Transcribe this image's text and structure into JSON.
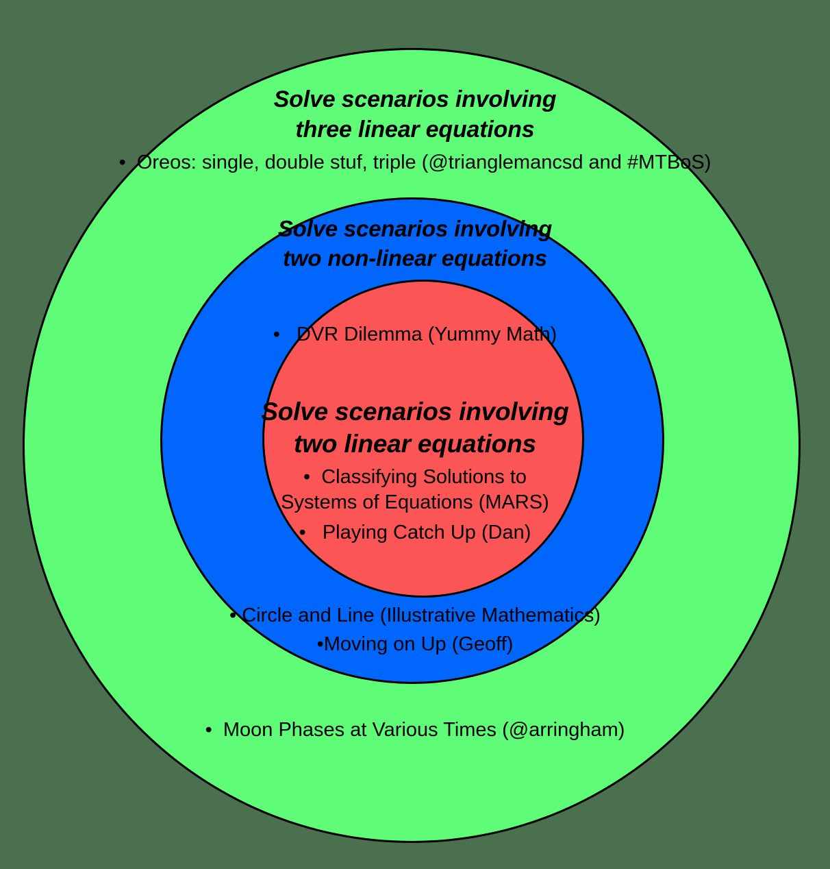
{
  "diagram": {
    "type": "concentric-circles",
    "title": "Systems of Equations Progression",
    "background_color": "#4a704f",
    "outline_color": "#000000",
    "rings": [
      {
        "id": "outer",
        "level": "outer",
        "fill_color": "#5ffc78",
        "color_name": "green",
        "title_line_1": "Solve scenarios involving",
        "title_line_2": "three linear equations",
        "bullets": [
          "•  Oreos: single, double stuf, triple (@trianglemancsd and #MTBoS)",
          "•  Moon Phases at Various Times (@arringham)"
        ]
      },
      {
        "id": "middle",
        "level": "middle",
        "fill_color": "#0066fc",
        "color_name": "blue",
        "title_line_1": "Solve scenarios involving",
        "title_line_2": "two non-linear equations",
        "bullets": [
          "•   DVR Dilemma (Yummy Math)",
          "• Circle and Line (Illustrative Mathematics)",
          "•Moving on Up (Geoff)"
        ]
      },
      {
        "id": "inner",
        "level": "inner",
        "fill_color": "#fc5555",
        "color_name": "red",
        "title_line_1": "Solve scenarios involving",
        "title_line_2": "two linear equations",
        "bullets": [
          "•  Classifying Solutions to\nSystems of Equations (MARS)",
          "•   Playing Catch Up (Dan)"
        ]
      }
    ]
  }
}
